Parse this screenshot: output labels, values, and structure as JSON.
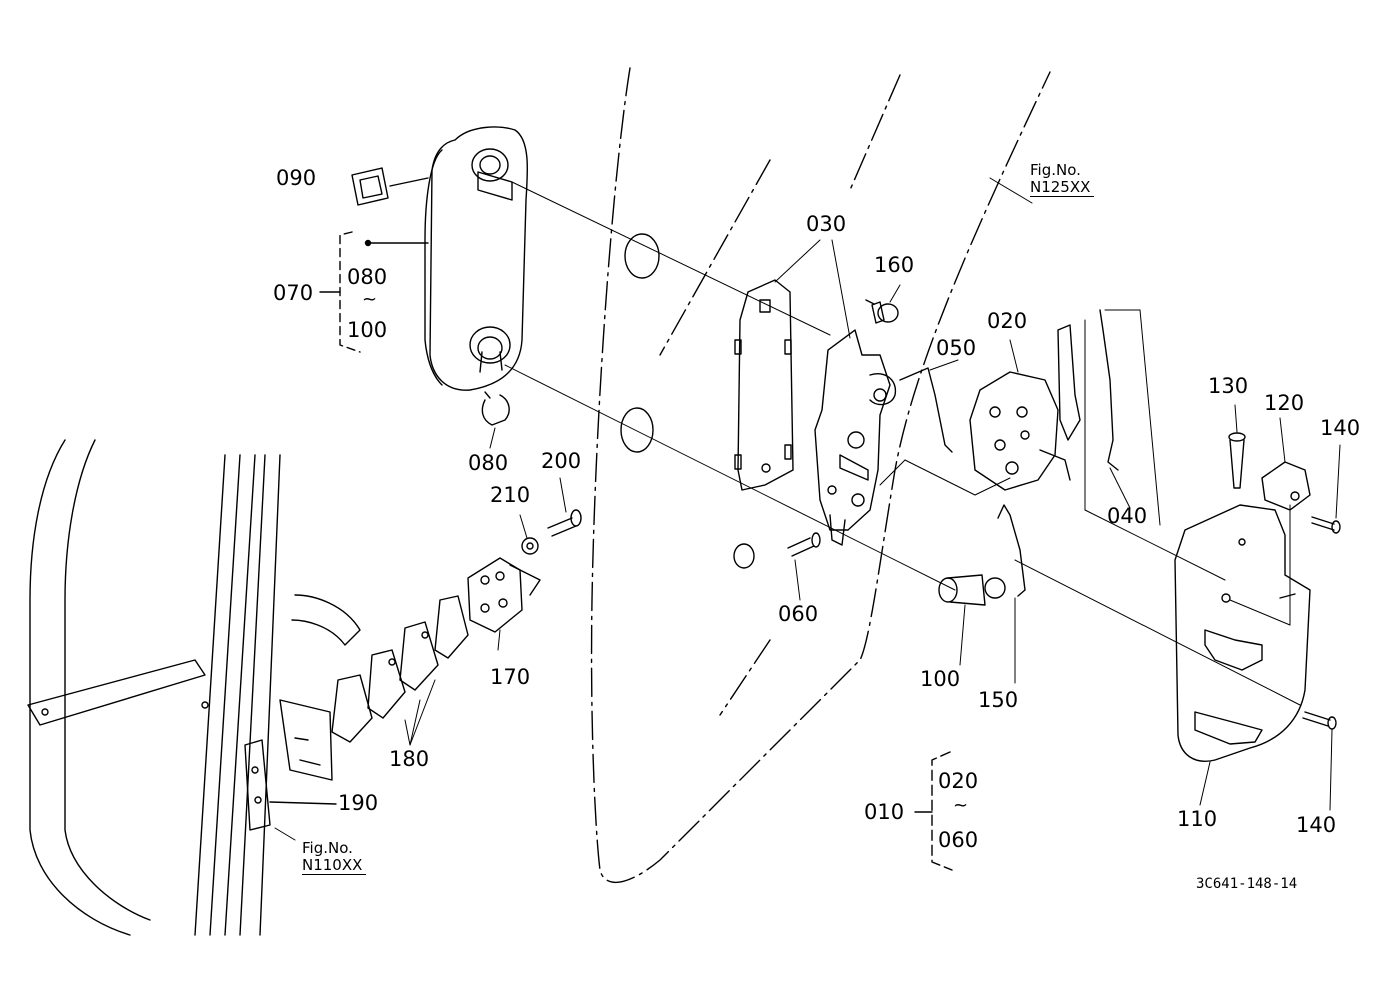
{
  "diagram_id": "3C641-148-14",
  "figure_refs": [
    {
      "caption": "Fig.No.",
      "number": "N125XX"
    },
    {
      "caption": "Fig.No.",
      "number": "N110XX"
    }
  ],
  "groups": [
    {
      "parent": "070",
      "range_from": "080",
      "range_sep": "~",
      "range_to": "100"
    },
    {
      "parent": "010",
      "range_from": "020",
      "range_sep": "~",
      "range_to": "060"
    }
  ],
  "part_labels": {
    "p090": "090",
    "p030": "030",
    "p160": "160",
    "p020": "020",
    "p050": "050",
    "p130": "130",
    "p120": "120",
    "p140a": "140",
    "p080": "080",
    "p200": "200",
    "p210": "210",
    "p040": "040",
    "p060": "060",
    "p170": "170",
    "p100": "100",
    "p150": "150",
    "p180": "180",
    "p190": "190",
    "p110": "110",
    "p140b": "140"
  }
}
